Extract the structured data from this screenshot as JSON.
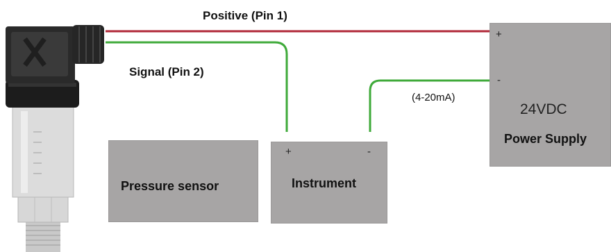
{
  "wires": {
    "positive_label": "Positive (Pin 1)",
    "signal_label": "Signal (Pin 2)",
    "current_label": "(4-20mA)"
  },
  "sensor_box": {
    "label": "Pressure sensor"
  },
  "instrument_box": {
    "label": "Instrument",
    "plus": "+",
    "minus": "-"
  },
  "power_supply": {
    "plus": "+",
    "minus": "-",
    "voltage": "24VDC",
    "label": "Power Supply"
  },
  "colors": {
    "positive_wire": "#b02838",
    "signal_wire": "#3faa3a",
    "box": "#a7a5a5"
  }
}
